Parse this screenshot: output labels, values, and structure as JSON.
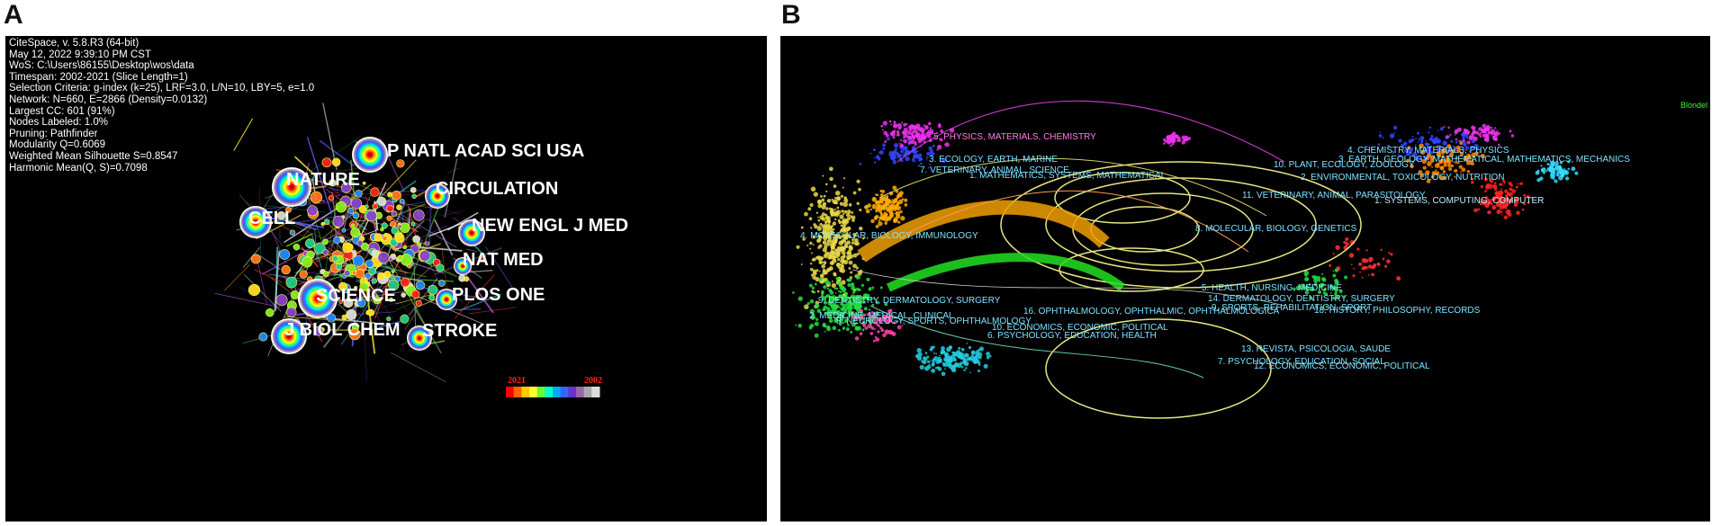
{
  "panels": {
    "a": {
      "letter": "A"
    },
    "b": {
      "letter": "B"
    }
  },
  "citespace_info": [
    "CiteSpace, v. 5.8.R3 (64-bit)",
    "May 12, 2022 9:39:10 PM CST",
    "WoS: C:\\Users\\86155\\Desktop\\wos\\data",
    "Timespan: 2002-2021 (Slice Length=1)",
    "Selection Criteria: g-index (k=25), LRF=3.0, L/N=10, LBY=5, e=1.0",
    "Network: N=660, E=2866 (Density=0.0132)",
    "Largest CC: 601 (91%)",
    "Nodes Labeled: 1.0%",
    "Pruning: Pathfinder",
    "Modularity Q=0.6069",
    "Weighted Mean Silhouette S=0.8547",
    "Harmonic Mean(Q, S)=0.7098"
  ],
  "journal_nodes": [
    "P NATL ACAD SCI USA",
    "NATURE",
    "CIRCULATION",
    "CELL",
    "NEW ENGL J MED",
    "NAT MED",
    "SCIENCE",
    "PLOS ONE",
    "J BIOL CHEM",
    "STROKE"
  ],
  "legend": {
    "start_year": "2021",
    "end_year": "2002",
    "colors": [
      "#ff0000",
      "#ff6600",
      "#ffcc00",
      "#ffff33",
      "#66ff33",
      "#00ffcc",
      "#00aaff",
      "#3366ff",
      "#6633cc",
      "#9966aa",
      "#aaaaaa",
      "#dddddd"
    ]
  },
  "overlay": {
    "algorithm": "Blondel",
    "clusters": [
      "5. PHYSICS, MATERIALS, CHEMISTRY",
      "3. ECOLOGY, EARTH, MARINE",
      "7. VETERINARY, ANIMAL, SCIENCE",
      "1. MATHEMATICS, SYSTEMS, MATHEMATICAL",
      "4. MOLECULAR, BIOLOGY, IMMUNOLOGY",
      "9. DENTISTRY, DERMATOLOGY, SURGERY",
      "2. MEDICINE, MEDICAL, CLINICAL",
      "8. NEUROLOGY, SPORTS, OPHTHALMOLOGY",
      "16. OPHTHALMOLOGY, OPHTHALMIC, OPHTHALMOLOGICA",
      "10. ECONOMICS, ECONOMIC, POLITICAL",
      "6. PSYCHOLOGY, EDUCATION, HEALTH",
      "4. CHEMISTRY, MATERIALS, PHYSICS",
      "10. PLANT, ECOLOGY, ZOOLOGY",
      "3. EARTH, GEOLOGY, MATHEMATICAL, MATHEMATICS, MECHANICS",
      "2. ENVIRONMENTAL, TOXICOLOGY, NUTRITION",
      "11. VETERINARY, ANIMAL, PARASITOLOGY",
      "1. SYSTEMS, COMPUTING, COMPUTER",
      "8. MOLECULAR, BIOLOGY, GENETICS",
      "5. HEALTH, NURSING, MEDICINE",
      "14. DERMATOLOGY, DENTISTRY, SURGERY",
      "9. SPORTS, REHABILITATION, SPORT",
      "18. HISTORY, PHILOSOPHY, RECORDS",
      "13. REVISTA, PSICOLOGIA, SAUDE",
      "7. PSYCHOLOGY, EDUCATION, SOCIAL",
      "12. ECONOMICS, ECONOMIC, POLITICAL"
    ]
  }
}
